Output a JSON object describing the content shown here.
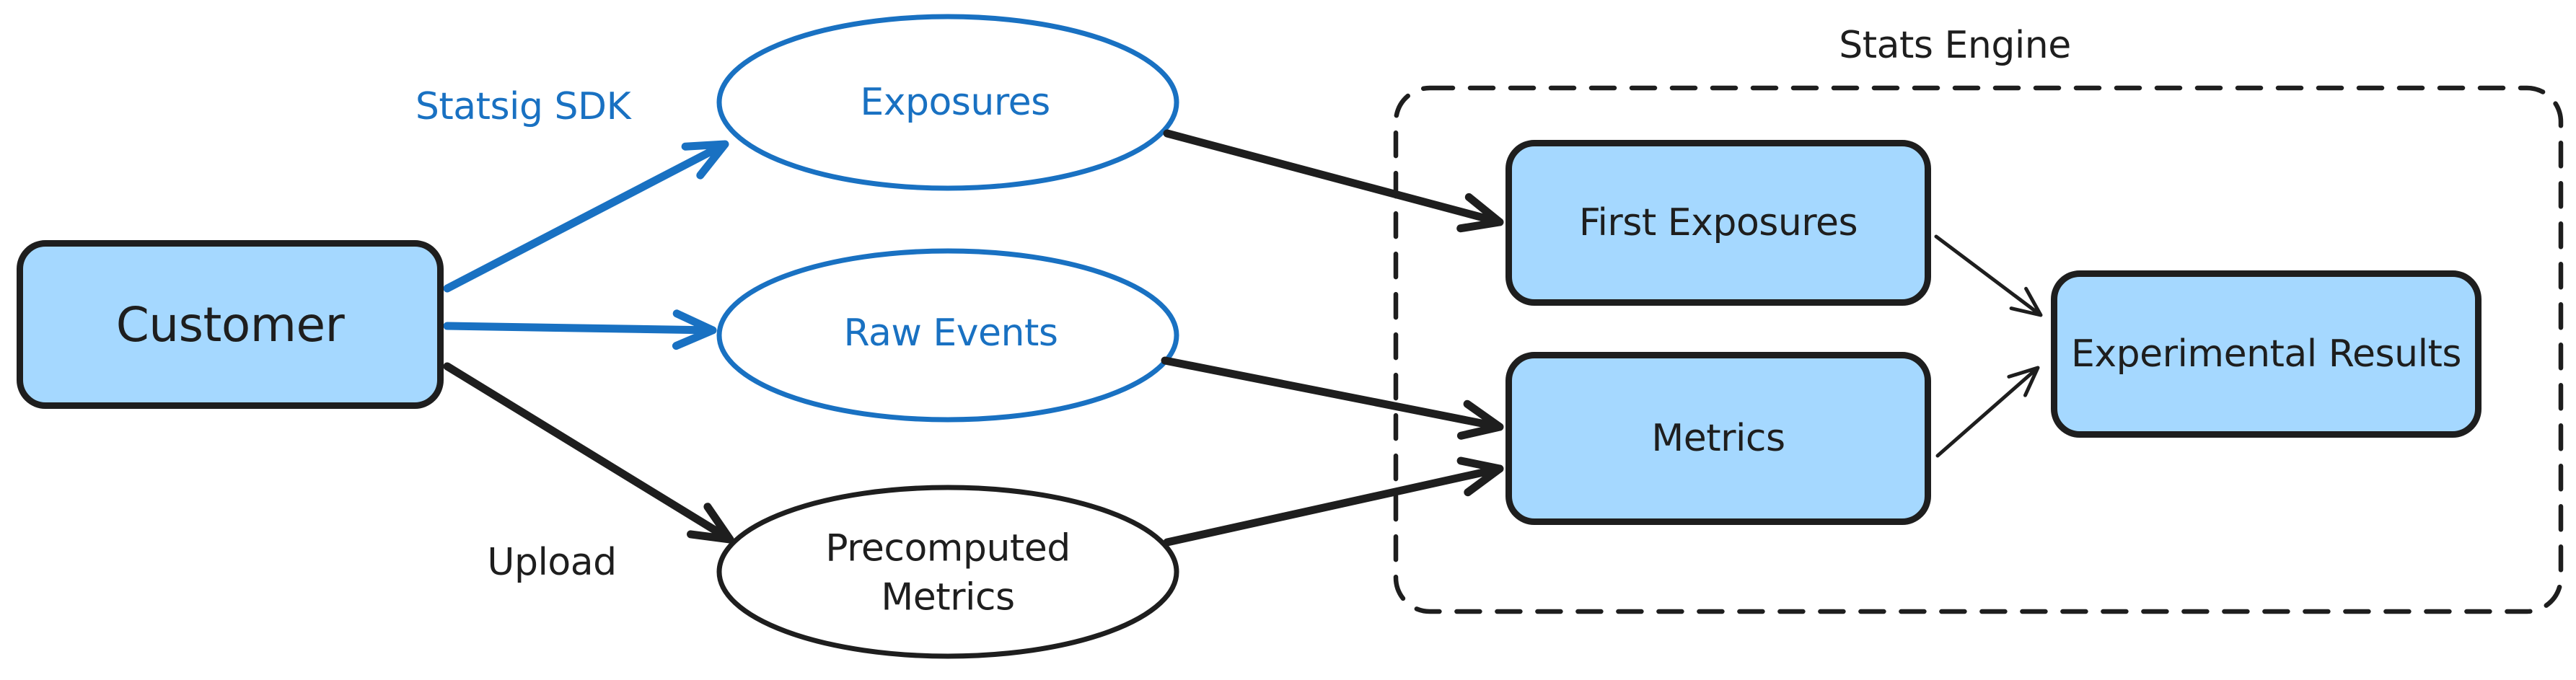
{
  "diagram": {
    "colors": {
      "blue": "#1971c2",
      "black": "#1e1e1e",
      "node_fill": "#a5d8ff",
      "background": "#ffffff"
    },
    "container": {
      "label": "Stats Engine"
    },
    "nodes": {
      "customer": {
        "label": "Customer",
        "shape": "rectangle"
      },
      "exposures": {
        "label": "Exposures",
        "shape": "ellipse"
      },
      "raw_events": {
        "label": "Raw Events",
        "shape": "ellipse"
      },
      "precomputed_metrics": {
        "label": "Precomputed Metrics",
        "shape": "ellipse"
      },
      "first_exposures": {
        "label": "First Exposures",
        "shape": "rectangle"
      },
      "metrics": {
        "label": "Metrics",
        "shape": "rectangle"
      },
      "experimental_results": {
        "label": "Experimental Results",
        "shape": "rectangle"
      }
    },
    "edge_labels": {
      "statsig_sdk": "Statsig SDK",
      "upload": "Upload"
    },
    "edges": [
      {
        "id": "customer-exposures",
        "from": "customer",
        "to": "exposures",
        "color": "blue",
        "weight": "thick",
        "label_ref": "statsig_sdk"
      },
      {
        "id": "customer-raw_events",
        "from": "customer",
        "to": "raw_events",
        "color": "blue",
        "weight": "thick"
      },
      {
        "id": "customer-precomputed",
        "from": "customer",
        "to": "precomputed_metrics",
        "color": "black",
        "weight": "thick",
        "label_ref": "upload"
      },
      {
        "id": "exposures-first_exposures",
        "from": "exposures",
        "to": "first_exposures",
        "color": "black",
        "weight": "thick"
      },
      {
        "id": "raw_events-metrics",
        "from": "raw_events",
        "to": "metrics",
        "color": "black",
        "weight": "thick"
      },
      {
        "id": "precomputed-metrics",
        "from": "precomputed_metrics",
        "to": "metrics",
        "color": "black",
        "weight": "thick"
      },
      {
        "id": "first_exposures-experimental",
        "from": "first_exposures",
        "to": "experimental_results",
        "color": "black",
        "weight": "thin"
      },
      {
        "id": "metrics-experimental",
        "from": "metrics",
        "to": "experimental_results",
        "color": "black",
        "weight": "thin"
      }
    ]
  }
}
